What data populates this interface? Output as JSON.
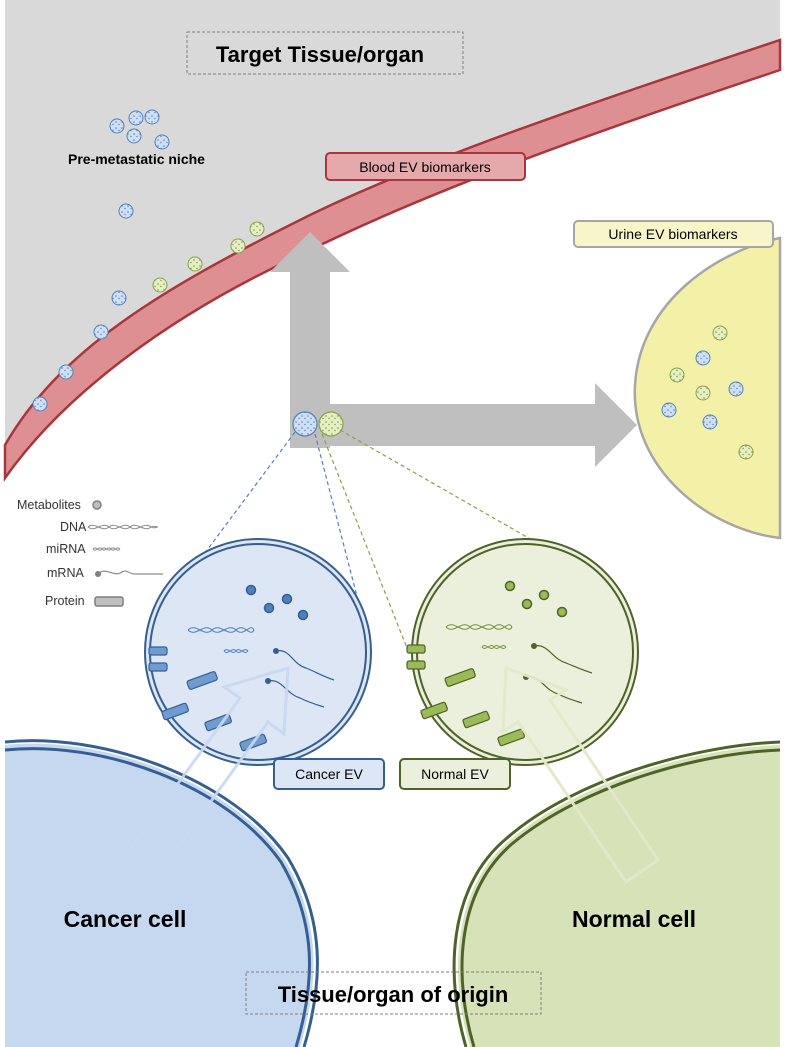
{
  "labels": {
    "target_tissue": "Target Tissue/organ",
    "pre_metastatic_niche": "Pre-metastatic niche",
    "blood_ev_biomarkers": "Blood EV biomarkers",
    "urine_ev_biomarkers": "Urine EV biomarkers",
    "cancer_ev": "Cancer EV",
    "normal_ev": "Normal EV",
    "cancer_cell": "Cancer cell",
    "normal_cell": "Normal cell",
    "tissue_origin": "Tissue/organ of origin"
  },
  "legend": {
    "metabolites": "Metabolites",
    "dna": "DNA",
    "mirna": "miRNA",
    "mrna": "mRNA",
    "protein": "Protein"
  },
  "colors": {
    "target_bg": "#d9d9d9",
    "vessel_fill": "#dd8f91",
    "vessel_stroke": "#a8363c",
    "cancer_fill": "#c6d8f0",
    "cancer_stroke": "#365f91",
    "normal_fill": "#d6e2b8",
    "normal_stroke": "#4f6228",
    "urine_fill": "#f3f0a8",
    "arrow": "#bfbfbf"
  }
}
